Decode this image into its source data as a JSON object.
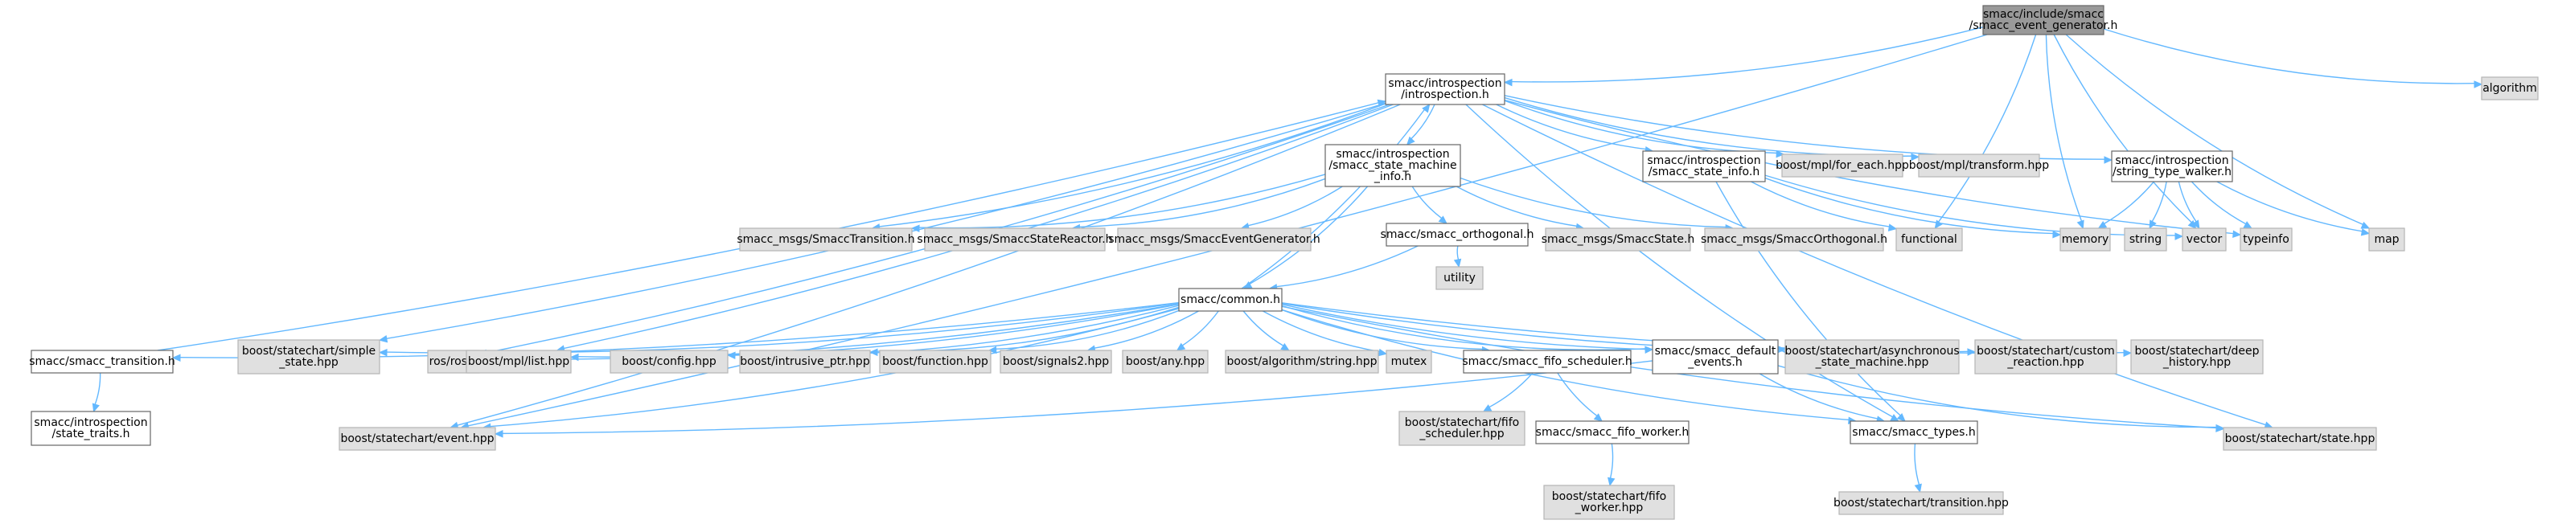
{
  "colors": {
    "edge": "#63b8ff",
    "root_fill": "#999999",
    "ext_fill": "#e0e0e0",
    "local_fill": "#ffffff"
  },
  "nodes": [
    {
      "id": "root",
      "lines": [
        "smacc/include/smacc",
        "/smacc_event_generator.h"
      ],
      "kind": "root"
    },
    {
      "id": "intro",
      "lines": [
        "smacc/introspection",
        "/introspection.h"
      ],
      "kind": "loc"
    },
    {
      "id": "algorithm",
      "lines": [
        "algorithm"
      ],
      "kind": "ext"
    },
    {
      "id": "smi",
      "lines": [
        "smacc/introspection",
        "/smacc_state_machine",
        "_info.h"
      ],
      "kind": "loc"
    },
    {
      "id": "ssi",
      "lines": [
        "smacc/introspection",
        "/smacc_state_info.h"
      ],
      "kind": "loc"
    },
    {
      "id": "foreach",
      "lines": [
        "boost/mpl/for_each.hpp"
      ],
      "kind": "ext"
    },
    {
      "id": "transform",
      "lines": [
        "boost/mpl/transform.hpp"
      ],
      "kind": "ext"
    },
    {
      "id": "stw",
      "lines": [
        "smacc/introspection",
        "/string_type_walker.h"
      ],
      "kind": "loc"
    },
    {
      "id": "orth",
      "lines": [
        "smacc/smacc_orthogonal.h"
      ],
      "kind": "loc"
    },
    {
      "id": "sTrans",
      "lines": [
        "smacc_msgs/SmaccTransition.h"
      ],
      "kind": "ext"
    },
    {
      "id": "sReactor",
      "lines": [
        "smacc_msgs/SmaccStateReactor.h"
      ],
      "kind": "ext"
    },
    {
      "id": "sEvGen",
      "lines": [
        "smacc_msgs/SmaccEventGenerator.h"
      ],
      "kind": "ext"
    },
    {
      "id": "sState",
      "lines": [
        "smacc_msgs/SmaccState.h"
      ],
      "kind": "ext"
    },
    {
      "id": "sOrth",
      "lines": [
        "smacc_msgs/SmaccOrthogonal.h"
      ],
      "kind": "ext"
    },
    {
      "id": "functional",
      "lines": [
        "functional"
      ],
      "kind": "ext"
    },
    {
      "id": "memory",
      "lines": [
        "memory"
      ],
      "kind": "ext"
    },
    {
      "id": "string",
      "lines": [
        "string"
      ],
      "kind": "ext"
    },
    {
      "id": "vector",
      "lines": [
        "vector"
      ],
      "kind": "ext"
    },
    {
      "id": "typeinfo",
      "lines": [
        "typeinfo"
      ],
      "kind": "ext"
    },
    {
      "id": "map",
      "lines": [
        "map"
      ],
      "kind": "ext"
    },
    {
      "id": "utility",
      "lines": [
        "utility"
      ],
      "kind": "ext"
    },
    {
      "id": "common",
      "lines": [
        "smacc/common.h"
      ],
      "kind": "loc"
    },
    {
      "id": "transition",
      "lines": [
        "smacc/smacc_transition.h"
      ],
      "kind": "loc"
    },
    {
      "id": "simple",
      "lines": [
        "boost/statechart/simple",
        "_state.hpp"
      ],
      "kind": "ext"
    },
    {
      "id": "ros",
      "lines": [
        "ros/ros.h"
      ],
      "kind": "ext"
    },
    {
      "id": "list",
      "lines": [
        "boost/mpl/list.hpp"
      ],
      "kind": "ext"
    },
    {
      "id": "config",
      "lines": [
        "boost/config.hpp"
      ],
      "kind": "ext"
    },
    {
      "id": "intrusive",
      "lines": [
        "boost/intrusive_ptr.hpp"
      ],
      "kind": "ext"
    },
    {
      "id": "function",
      "lines": [
        "boost/function.hpp"
      ],
      "kind": "ext"
    },
    {
      "id": "signals2",
      "lines": [
        "boost/signals2.hpp"
      ],
      "kind": "ext"
    },
    {
      "id": "any",
      "lines": [
        "boost/any.hpp"
      ],
      "kind": "ext"
    },
    {
      "id": "algstr",
      "lines": [
        "boost/algorithm/string.hpp"
      ],
      "kind": "ext"
    },
    {
      "id": "mutex",
      "lines": [
        "mutex"
      ],
      "kind": "ext"
    },
    {
      "id": "fifosched",
      "lines": [
        "smacc/smacc_fifo_scheduler.h"
      ],
      "kind": "loc"
    },
    {
      "id": "defev",
      "lines": [
        "smacc/smacc_default",
        "_events.h"
      ],
      "kind": "loc"
    },
    {
      "id": "async",
      "lines": [
        "boost/statechart/asynchronous",
        "_state_machine.hpp"
      ],
      "kind": "ext"
    },
    {
      "id": "custom",
      "lines": [
        "boost/statechart/custom",
        "_reaction.hpp"
      ],
      "kind": "ext"
    },
    {
      "id": "deep",
      "lines": [
        "boost/statechart/deep",
        "_history.hpp"
      ],
      "kind": "ext"
    },
    {
      "id": "traits",
      "lines": [
        "smacc/introspection",
        "/state_traits.h"
      ],
      "kind": "loc"
    },
    {
      "id": "event",
      "lines": [
        "boost/statechart/event.hpp"
      ],
      "kind": "ext"
    },
    {
      "id": "fifoschedhpp",
      "lines": [
        "boost/statechart/fifo",
        "_scheduler.hpp"
      ],
      "kind": "ext"
    },
    {
      "id": "fifoworker",
      "lines": [
        "smacc/smacc_fifo_worker.h"
      ],
      "kind": "loc"
    },
    {
      "id": "types",
      "lines": [
        "smacc/smacc_types.h"
      ],
      "kind": "loc"
    },
    {
      "id": "statehpp",
      "lines": [
        "boost/statechart/state.hpp"
      ],
      "kind": "ext"
    },
    {
      "id": "fifoworkerhpp",
      "lines": [
        "boost/statechart/fifo",
        "_worker.hpp"
      ],
      "kind": "ext"
    },
    {
      "id": "transhpp",
      "lines": [
        "boost/statechart/transition.hpp"
      ],
      "kind": "ext"
    }
  ],
  "edges": [
    [
      "root",
      "intro"
    ],
    [
      "root",
      "algorithm"
    ],
    [
      "root",
      "memory"
    ],
    [
      "root",
      "vector"
    ],
    [
      "root",
      "map"
    ],
    [
      "root",
      "event"
    ],
    [
      "root",
      "functional"
    ],
    [
      "intro",
      "smi"
    ],
    [
      "intro",
      "ssi"
    ],
    [
      "intro",
      "foreach"
    ],
    [
      "intro",
      "transform"
    ],
    [
      "intro",
      "stw"
    ],
    [
      "intro",
      "sTrans"
    ],
    [
      "intro",
      "simple"
    ],
    [
      "intro",
      "ros"
    ],
    [
      "intro",
      "list"
    ],
    [
      "intro",
      "event"
    ],
    [
      "intro",
      "types"
    ],
    [
      "intro",
      "statehpp"
    ],
    [
      "intro",
      "typeinfo"
    ],
    [
      "smi",
      "common"
    ],
    [
      "smi",
      "orth"
    ],
    [
      "smi",
      "sTrans"
    ],
    [
      "smi",
      "sReactor"
    ],
    [
      "smi",
      "sEvGen"
    ],
    [
      "smi",
      "sState"
    ],
    [
      "smi",
      "sOrth"
    ],
    [
      "ssi",
      "functional"
    ],
    [
      "ssi",
      "memory"
    ],
    [
      "ssi",
      "vector"
    ],
    [
      "ssi",
      "types"
    ],
    [
      "stw",
      "memory"
    ],
    [
      "stw",
      "string"
    ],
    [
      "stw",
      "vector"
    ],
    [
      "stw",
      "typeinfo"
    ],
    [
      "stw",
      "map"
    ],
    [
      "orth",
      "utility"
    ],
    [
      "orth",
      "common"
    ],
    [
      "common",
      "intro"
    ],
    [
      "common",
      "transition"
    ],
    [
      "common",
      "simple"
    ],
    [
      "common",
      "ros"
    ],
    [
      "common",
      "list"
    ],
    [
      "common",
      "event"
    ],
    [
      "common",
      "config"
    ],
    [
      "common",
      "intrusive"
    ],
    [
      "common",
      "function"
    ],
    [
      "common",
      "signals2"
    ],
    [
      "common",
      "any"
    ],
    [
      "common",
      "algstr"
    ],
    [
      "common",
      "mutex"
    ],
    [
      "common",
      "fifosched"
    ],
    [
      "common",
      "defev"
    ],
    [
      "common",
      "async"
    ],
    [
      "common",
      "custom"
    ],
    [
      "common",
      "deep"
    ],
    [
      "common",
      "types"
    ],
    [
      "common",
      "statehpp"
    ],
    [
      "transition",
      "traits"
    ],
    [
      "transition",
      "intro"
    ],
    [
      "fifosched",
      "fifoschedhpp"
    ],
    [
      "fifosched",
      "fifoworker"
    ],
    [
      "fifoworker",
      "fifoworkerhpp"
    ],
    [
      "defev",
      "event"
    ],
    [
      "defev",
      "types"
    ],
    [
      "defev",
      "statehpp"
    ],
    [
      "types",
      "transhpp"
    ]
  ]
}
